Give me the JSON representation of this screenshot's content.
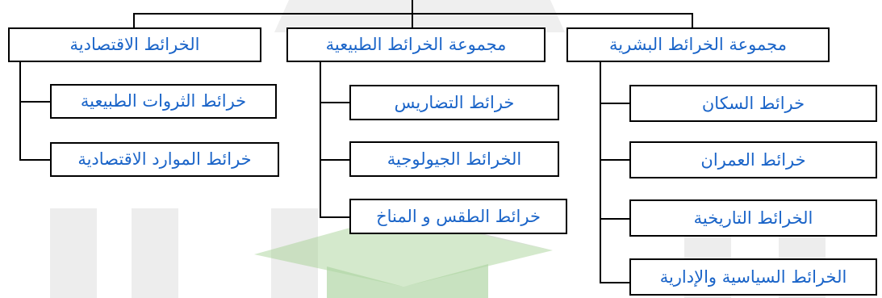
{
  "diagram": {
    "groups": [
      {
        "title": "الخرائط الاقتصادية",
        "items": [
          "خرائط الثروات الطبيعية",
          "خرائط الموارد الاقتصادية"
        ]
      },
      {
        "title": "مجموعة الخرائط الطبيعية",
        "items": [
          "خرائط التضاريس",
          "الخرائط الجيولوجية",
          "خرائط الطقس و المناخ"
        ]
      },
      {
        "title": "مجموعة الخرائط البشرية",
        "items": [
          "خرائط السكان",
          "خرائط العمران",
          "الخرائط التاريخية",
          "الخرائط السياسية والإدارية"
        ]
      }
    ]
  }
}
